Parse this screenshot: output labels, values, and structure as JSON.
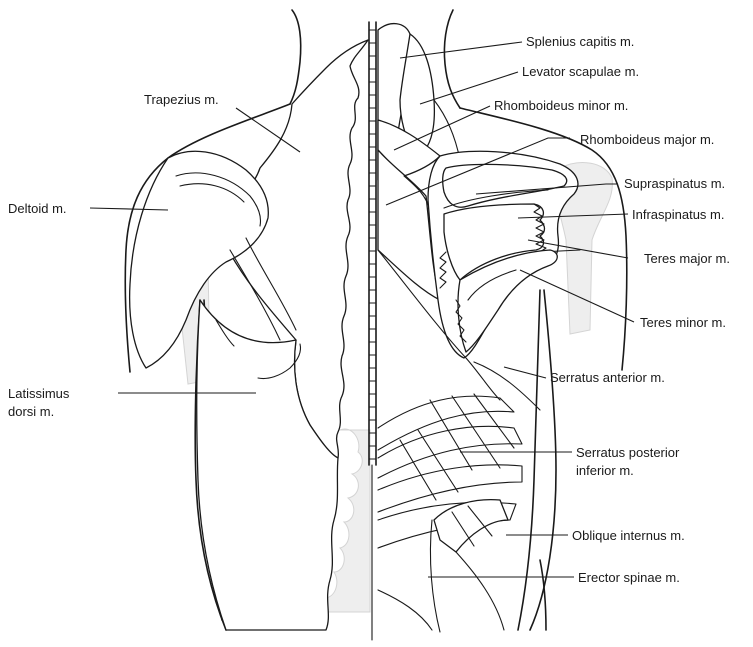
{
  "labels": {
    "trapezius": "Trapezius m.",
    "deltoid": "Deltoid m.",
    "latissimus_line1": "Latissimus",
    "latissimus_line2": "dorsi m.",
    "splenius_capitis": "Splenius capitis m.",
    "levator_scapulae": "Levator scapulae m.",
    "rhomboideus_minor": "Rhomboideus minor m.",
    "rhomboideus_major": "Rhomboideus major m.",
    "supraspinatus": "Supraspinatus m.",
    "infraspinatus": "Infraspinatus m.",
    "teres_major": "Teres major m.",
    "teres_minor": "Teres minor m.",
    "serratus_anterior": "Serratus anterior m.",
    "serratus_posterior_line1": "Serratus posterior",
    "serratus_posterior_line2": "inferior m.",
    "oblique_internus": "Oblique internus m.",
    "erector_spinae": "Erector spinae m."
  },
  "colors": {
    "line": "#1a1a1a",
    "bone": "#eeeeee",
    "background": "#ffffff"
  }
}
